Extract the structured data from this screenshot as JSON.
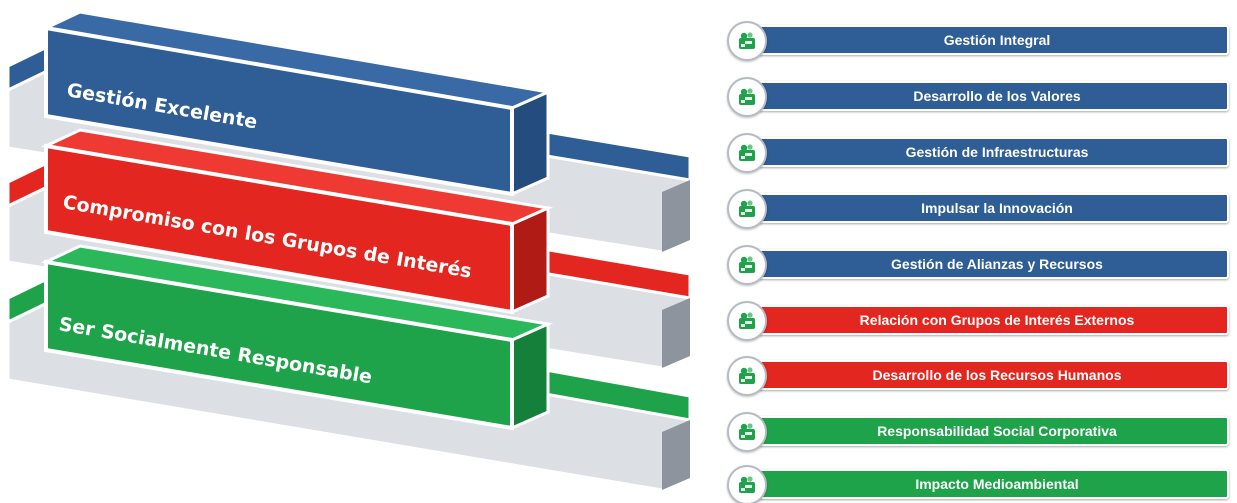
{
  "colors": {
    "blue": "#2f5d95",
    "red": "#e3261f",
    "green": "#1fa34a",
    "ledge": "#dcdfe4"
  },
  "pillars": [
    {
      "label": "Gestión  Excelente",
      "color": "blue"
    },
    {
      "label": "Compromiso con los Grupos de Interés",
      "color": "red"
    },
    {
      "label": "Ser Socialmente Responsable",
      "color": "green"
    }
  ],
  "items": [
    {
      "label": "Gestión Integral",
      "color": "blue",
      "icon": "people-green-icon"
    },
    {
      "label": "Desarrollo de los Valores",
      "color": "blue",
      "icon": "people-green-icon"
    },
    {
      "label": "Gestión de Infraestructuras",
      "color": "blue",
      "icon": "people-green-icon"
    },
    {
      "label": "Impulsar la Innovación",
      "color": "blue",
      "icon": "people-green-icon"
    },
    {
      "label": "Gestión de Alianzas y Recursos",
      "color": "blue",
      "icon": "people-green-icon"
    },
    {
      "label": "Relación con Grupos de Interés Externos",
      "color": "red",
      "icon": "people-green-icon"
    },
    {
      "label": "Desarrollo de los Recursos Humanos",
      "color": "red",
      "icon": "people-green-icon"
    },
    {
      "label": "Responsabilidad Social Corporativa",
      "color": "green",
      "icon": "people-green-icon"
    },
    {
      "label": "Impacto Medioambiental",
      "color": "green",
      "icon": "people-green-icon"
    }
  ]
}
